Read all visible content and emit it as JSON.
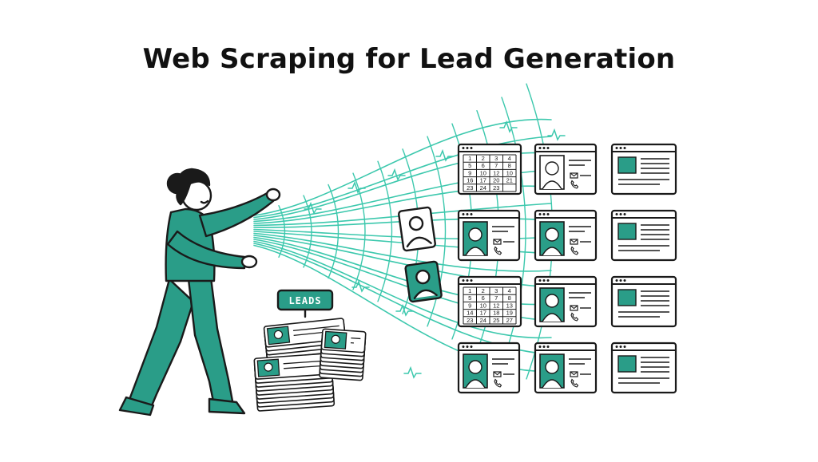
{
  "title": "Web Scraping for Lead Generation",
  "leads_label": "LEADS",
  "calendar_numbers": [
    "1",
    "2",
    "3",
    "4",
    "5",
    "6",
    "7",
    "8",
    "9",
    "10",
    "12",
    "10",
    "16",
    "17",
    "20",
    "21",
    "23",
    "24",
    "23",
    ""
  ],
  "calendar_numbers_b": [
    "1",
    "2",
    "3",
    "4",
    "5",
    "6",
    "7",
    "8",
    "9",
    "10",
    "12",
    "13",
    "14",
    "17",
    "18",
    "19",
    "23",
    "24",
    "25",
    "27"
  ],
  "colors": {
    "teal": "#2a9d88",
    "net": "#3cc8ad",
    "ink": "#1a1a1a",
    "background": "#ffffff"
  },
  "icons": [
    "woman-figure-icon",
    "scraping-net-icon",
    "leads-stack-icon",
    "calendar-card-icon",
    "profile-card-icon",
    "article-card-icon",
    "mail-icon",
    "phone-icon"
  ]
}
